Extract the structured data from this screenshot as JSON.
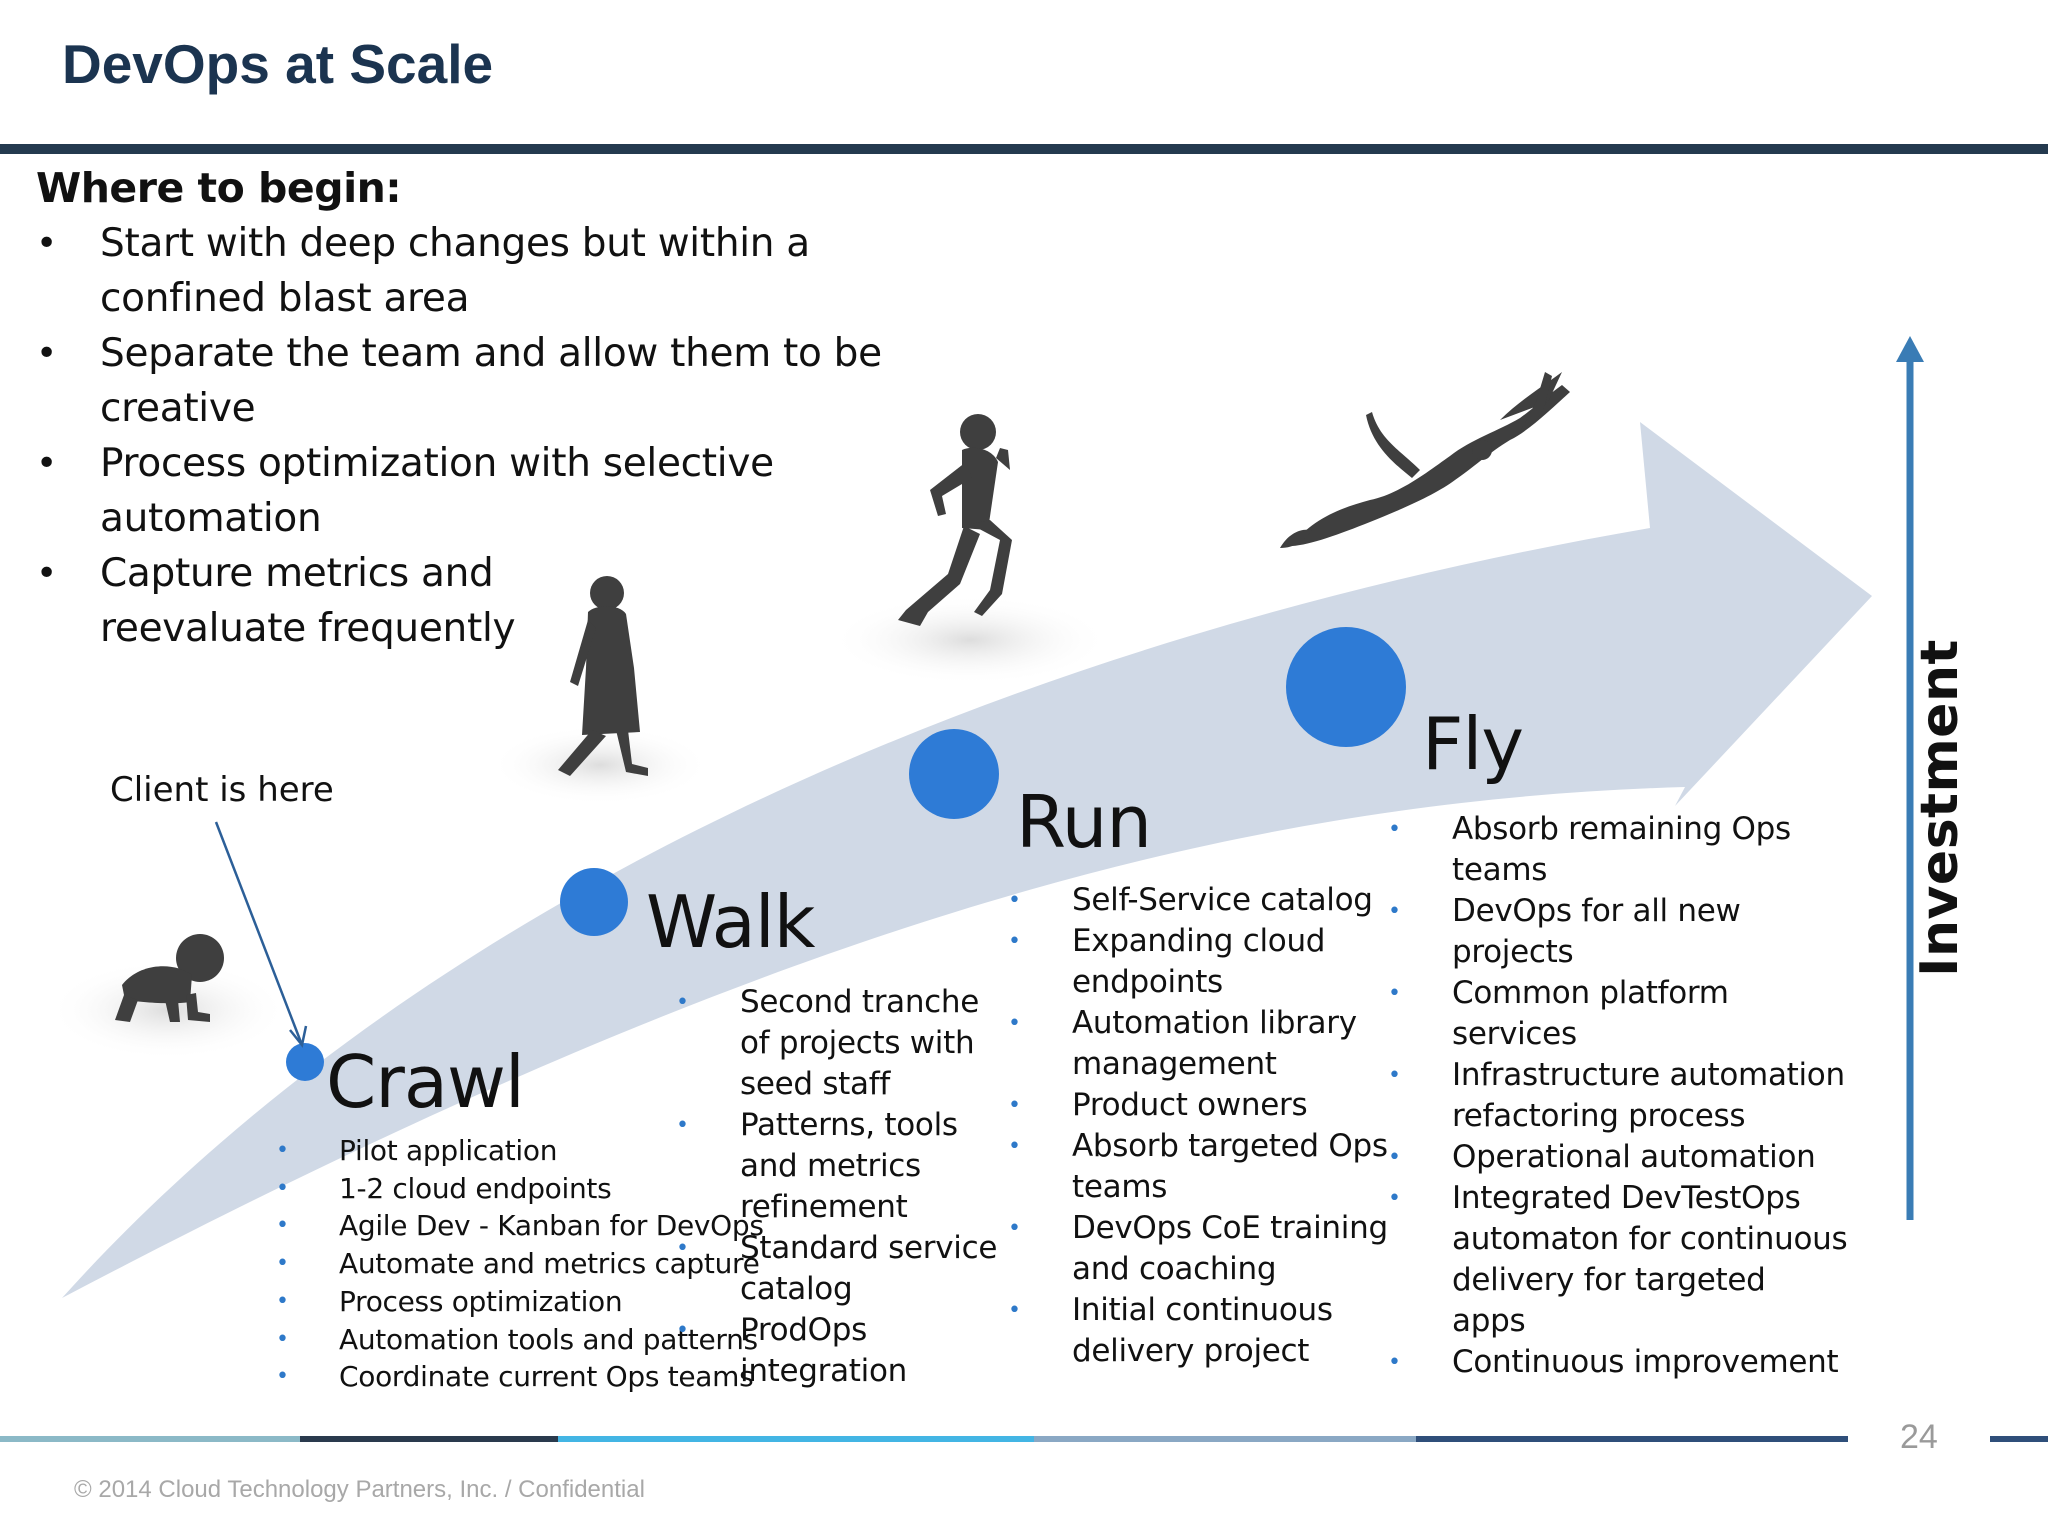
{
  "slide": {
    "title": "DevOps at Scale",
    "page_number": "24",
    "copyright": "© 2014 Cloud Technology Partners, Inc.  /  Confidential"
  },
  "intro": {
    "heading": "Where to begin:",
    "bullets": [
      "Start with deep changes but within a confined blast area",
      "Separate the team and allow them to be creative",
      "Process optimization with selective automation",
      "Capture metrics and reevaluate frequently"
    ]
  },
  "annotation": {
    "client_label": "Client is here"
  },
  "axis": {
    "label": "Investment"
  },
  "stages": {
    "crawl": {
      "title": "Crawl",
      "items": [
        "Pilot application",
        "1-2 cloud endpoints",
        "Agile Dev - Kanban for DevOps",
        "Automate and metrics capture",
        "Process optimization",
        "Automation tools and patterns",
        "Coordinate current Ops teams"
      ]
    },
    "walk": {
      "title": "Walk",
      "items": [
        "Second tranche of projects with seed staff",
        "Patterns, tools and metrics refinement",
        "Standard service catalog",
        "ProdOps integration"
      ]
    },
    "run": {
      "title": "Run",
      "items": [
        "Self-Service catalog",
        "Expanding cloud endpoints",
        "Automation library management",
        "Product owners",
        "Absorb targeted Ops teams",
        "DevOps CoE training and coaching",
        "Initial continuous delivery project"
      ]
    },
    "fly": {
      "title": "Fly",
      "items": [
        "Absorb remaining Ops teams",
        "DevOps for all new projects",
        "Common platform services",
        "Infrastructure automation refactoring process",
        "Operational automation",
        "Integrated DevTestOps automaton for continuous delivery for targeted apps",
        "Continuous  improvement"
      ]
    }
  },
  "colors": {
    "title": "#1b3450",
    "arrow": "#d0d9e6",
    "marker": "#2e7bd6",
    "investment_arrow": "#3a7cb5",
    "silhouette": "#3f3f3f"
  },
  "icons": [
    "crawling-baby-icon",
    "walking-child-icon",
    "running-man-icon",
    "flying-man-icon"
  ]
}
